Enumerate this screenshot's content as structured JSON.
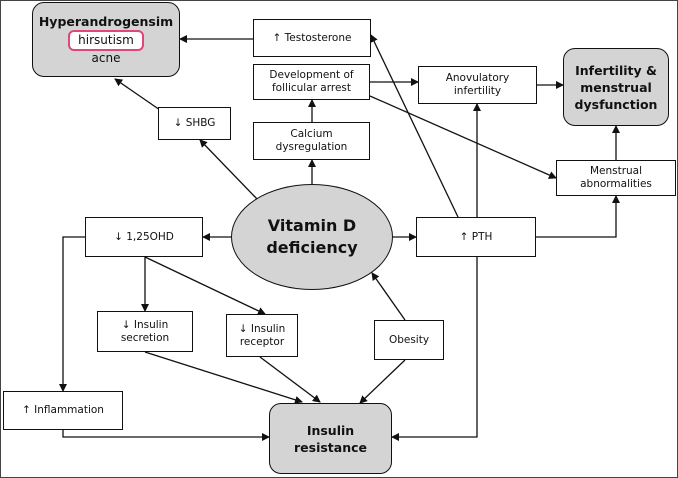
{
  "nodes": {
    "hyperandrogenism": {
      "title": "Hyperandrogensim",
      "line1": "hirsutism",
      "line2": "acne"
    },
    "testosterone": "↑ Testosterone",
    "follicular_line1": "Development of",
    "follicular_line2": "follicular arrest",
    "anovulatory_line1": "Anovulatory",
    "anovulatory_line2": "infertility",
    "infertility_line1": "Infertility &",
    "infertility_line2": "menstrual",
    "infertility_line3": "dysfunction",
    "shbg": "↓ SHBG",
    "calcium_line1": "Calcium",
    "calcium_line2": "dysregulation",
    "menstrual_line1": "Menstrual",
    "menstrual_line2": "abnormalities",
    "ohd": "↓ 1,25OHD",
    "vitd_line1": "Vitamin D",
    "vitd_line2": "deficiency",
    "pth": "↑ PTH",
    "insulin_secretion_line1": "↓ Insulin",
    "insulin_secretion_line2": "secretion",
    "insulin_receptor_line1": "↓ Insulin",
    "insulin_receptor_line2": "receptor",
    "obesity": "Obesity",
    "inflammation": "↑ Inflammation",
    "insulin_resistance_line1": "Insulin",
    "insulin_resistance_line2": "resistance"
  },
  "colors": {
    "box_fill": "#d4d4d4",
    "highlight": "#e0457b",
    "line": "#111111"
  }
}
